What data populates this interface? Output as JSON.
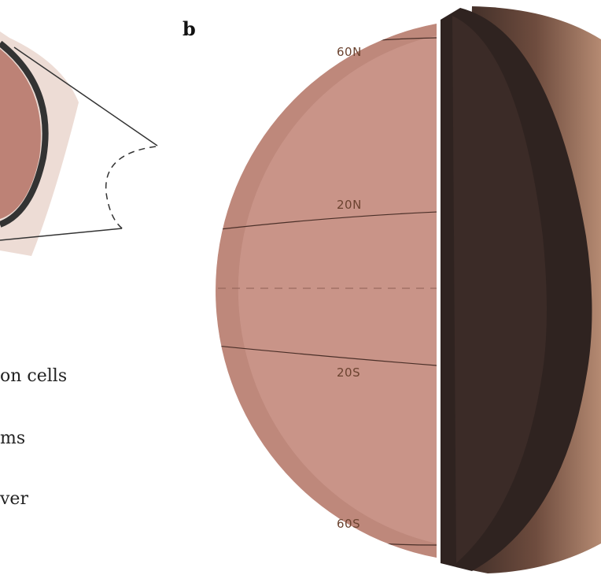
{
  "figure": {
    "panel_label": "b",
    "legend_fragments": [
      {
        "id": "convection-cells",
        "text": "on cells"
      },
      {
        "id": "storms",
        "text": "ms"
      },
      {
        "id": "layer",
        "text": "ver"
      }
    ],
    "latitude_labels": [
      {
        "id": "60N",
        "text": "60N"
      },
      {
        "id": "20N",
        "text": "20N"
      },
      {
        "id": "20S",
        "text": "20S"
      },
      {
        "id": "60S",
        "text": "60S"
      }
    ],
    "colors": {
      "sphere": "#c99488",
      "sphere_shade": "#b57d71",
      "jet_arrows": "#ffffff",
      "cell_light": "#addcec",
      "cell_teal": "#3aa3aa",
      "cell_deep": "#2a7f8b",
      "cell_outline": "#3b5a88",
      "circulation_arrows": "#4d4f86",
      "planet_outer": "#8e6652",
      "planet_rim": "#2f2320",
      "inset_bg": "#eddcd5",
      "inset_ring": "#333333"
    }
  }
}
